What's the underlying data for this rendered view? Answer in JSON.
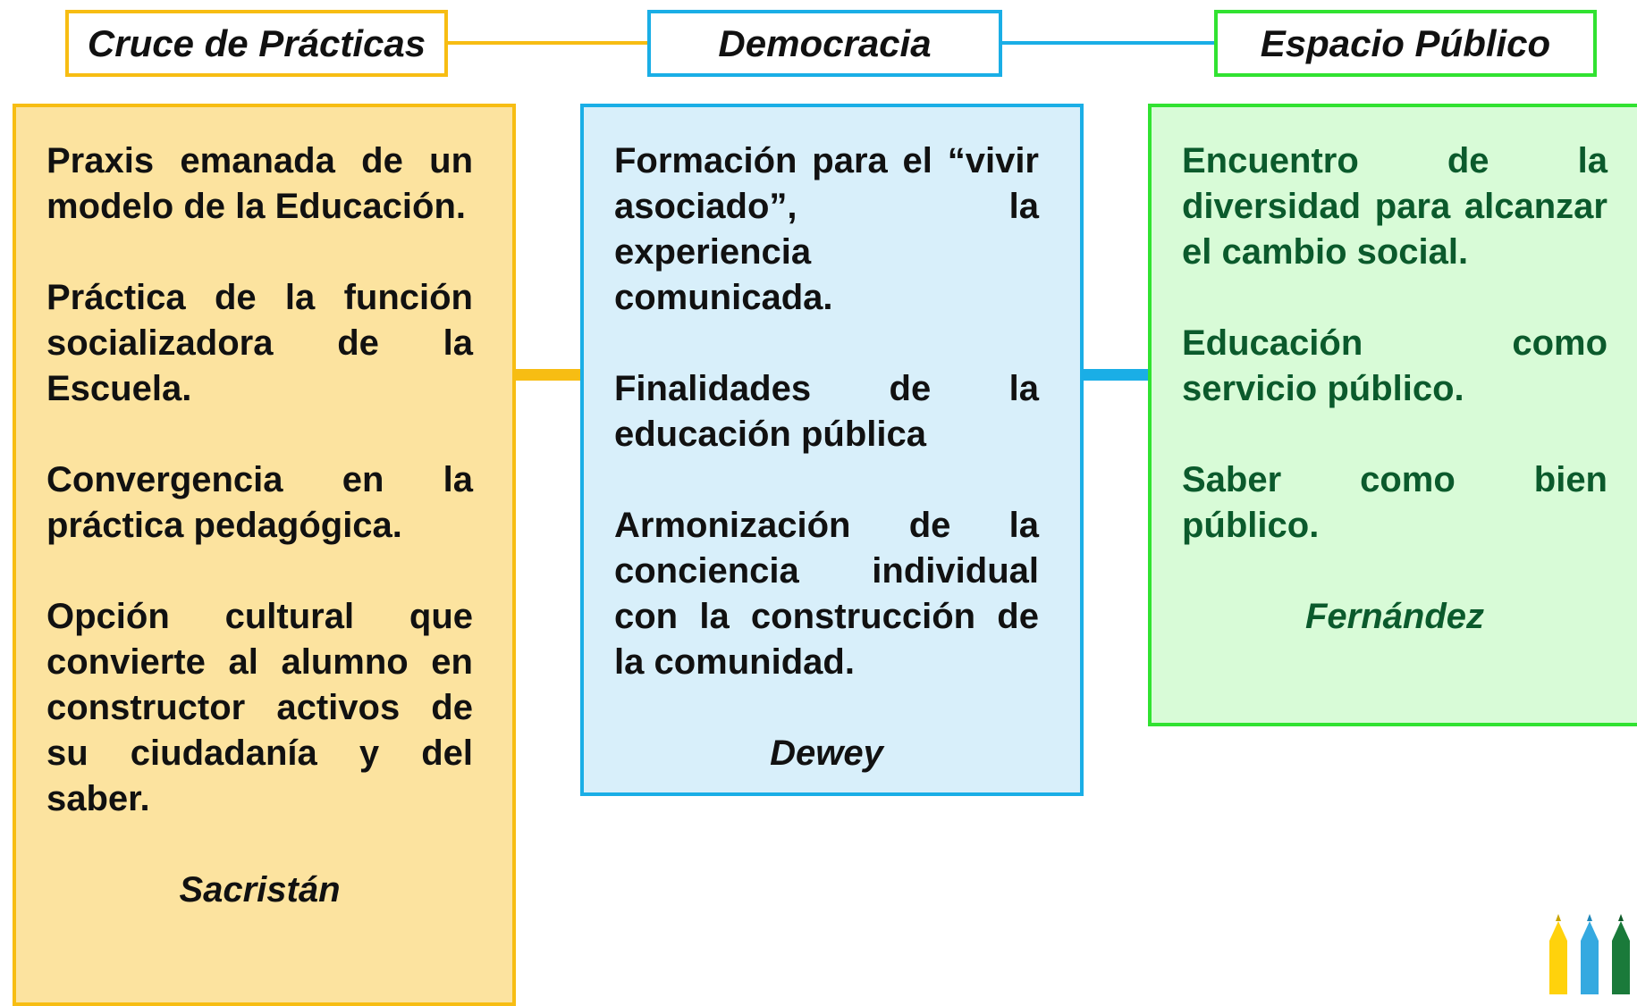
{
  "headers": {
    "practicas": "Cruce de Prácticas",
    "democracia": "Democracia",
    "espacio": "Espacio Público"
  },
  "boxes": {
    "practicas": {
      "paragraphs": [
        "Praxis emanada de un modelo de la Educación.",
        "Práctica de la función socializadora de la Escuela.",
        "Convergencia en la práctica pedagógica.",
        "Opción cultural que convierte al alumno en constructor activos de su ciudadanía y del saber."
      ],
      "author": "Sacristán"
    },
    "democracia": {
      "paragraphs": [
        "Formación para el “vivir asociado”, la experiencia comunicada.",
        "Finalidades de la educación pública",
        "Armonización de la conciencia individual con la construcción de la comunidad."
      ],
      "author": "Dewey"
    },
    "espacio": {
      "paragraphs": [
        "Encuentro de la diversidad para alcanzar el cambio social.",
        "Educación como servicio público.",
        "Saber como bien público."
      ],
      "author": "Fernández"
    }
  },
  "colors": {
    "orange": "#f7bd13",
    "blue": "#1aaee6",
    "green": "#31e231",
    "green_text": "#0b5a2c"
  }
}
